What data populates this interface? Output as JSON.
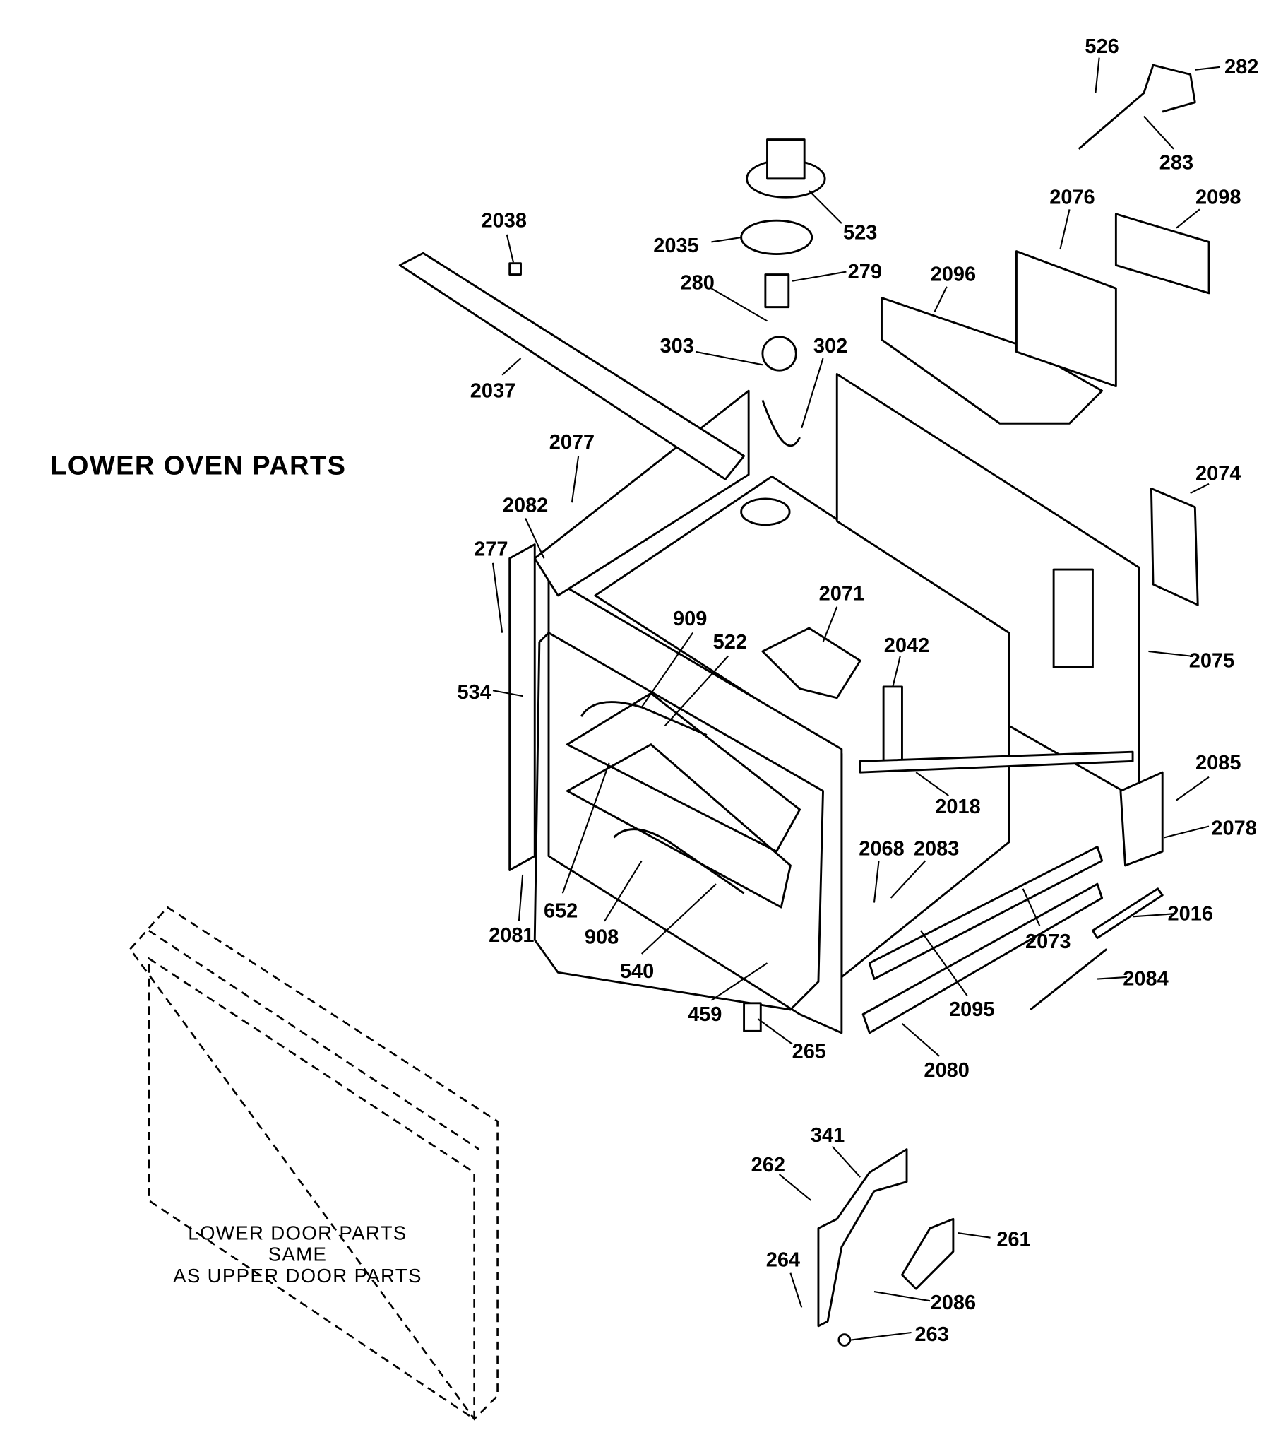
{
  "title": "LOWER OVEN PARTS",
  "door_note": [
    "LOWER DOOR PARTS",
    "SAME",
    "AS UPPER DOOR PARTS"
  ],
  "parts": {
    "p526": "526",
    "p282": "282",
    "p283": "283",
    "p2076": "2076",
    "p2098": "2098",
    "p2038": "2038",
    "p523": "523",
    "p2035": "2035",
    "p279": "279",
    "p280": "280",
    "p2096": "2096",
    "p303": "303",
    "p302": "302",
    "p2037": "2037",
    "p2077": "2077",
    "p2074": "2074",
    "p2082": "2082",
    "p277": "277",
    "p2071": "2071",
    "p909": "909",
    "p522": "522",
    "p2042": "2042",
    "p2075": "2075",
    "p534": "534",
    "p2085": "2085",
    "p2018": "2018",
    "p2078": "2078",
    "p2068": "2068",
    "p2083": "2083",
    "p652": "652",
    "p2016": "2016",
    "p2081": "2081",
    "p908": "908",
    "p2073": "2073",
    "p540": "540",
    "p2084": "2084",
    "p2095": "2095",
    "p459": "459",
    "p265": "265",
    "p2080": "2080",
    "p341": "341",
    "p262": "262",
    "p261": "261",
    "p264": "264",
    "p2086": "2086",
    "p263": "263"
  }
}
